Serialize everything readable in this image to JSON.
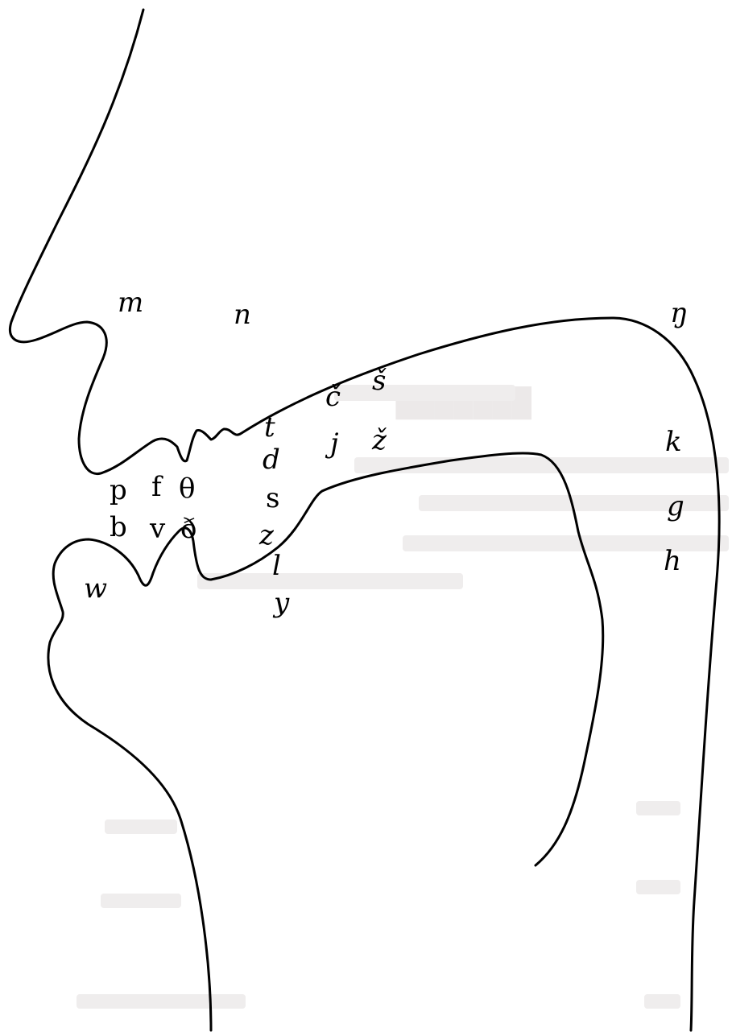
{
  "colors": {
    "ink": "#000000",
    "paper": "#ffffff",
    "bleed_through": "#ece9e9"
  },
  "symbols": {
    "m": "m",
    "n": "n",
    "ng": "ŋ",
    "s_hacek": "š",
    "c_hacek": "č",
    "t": "t",
    "d": "d",
    "s": "s",
    "z": "z",
    "j": "j",
    "z_hacek": "ž",
    "k": "k",
    "g": "g",
    "h": "h",
    "p": "p",
    "b": "b",
    "f": "f",
    "v": "v",
    "theta": "θ",
    "eth": "ð",
    "w": "w",
    "l": "l",
    "y": "y"
  }
}
